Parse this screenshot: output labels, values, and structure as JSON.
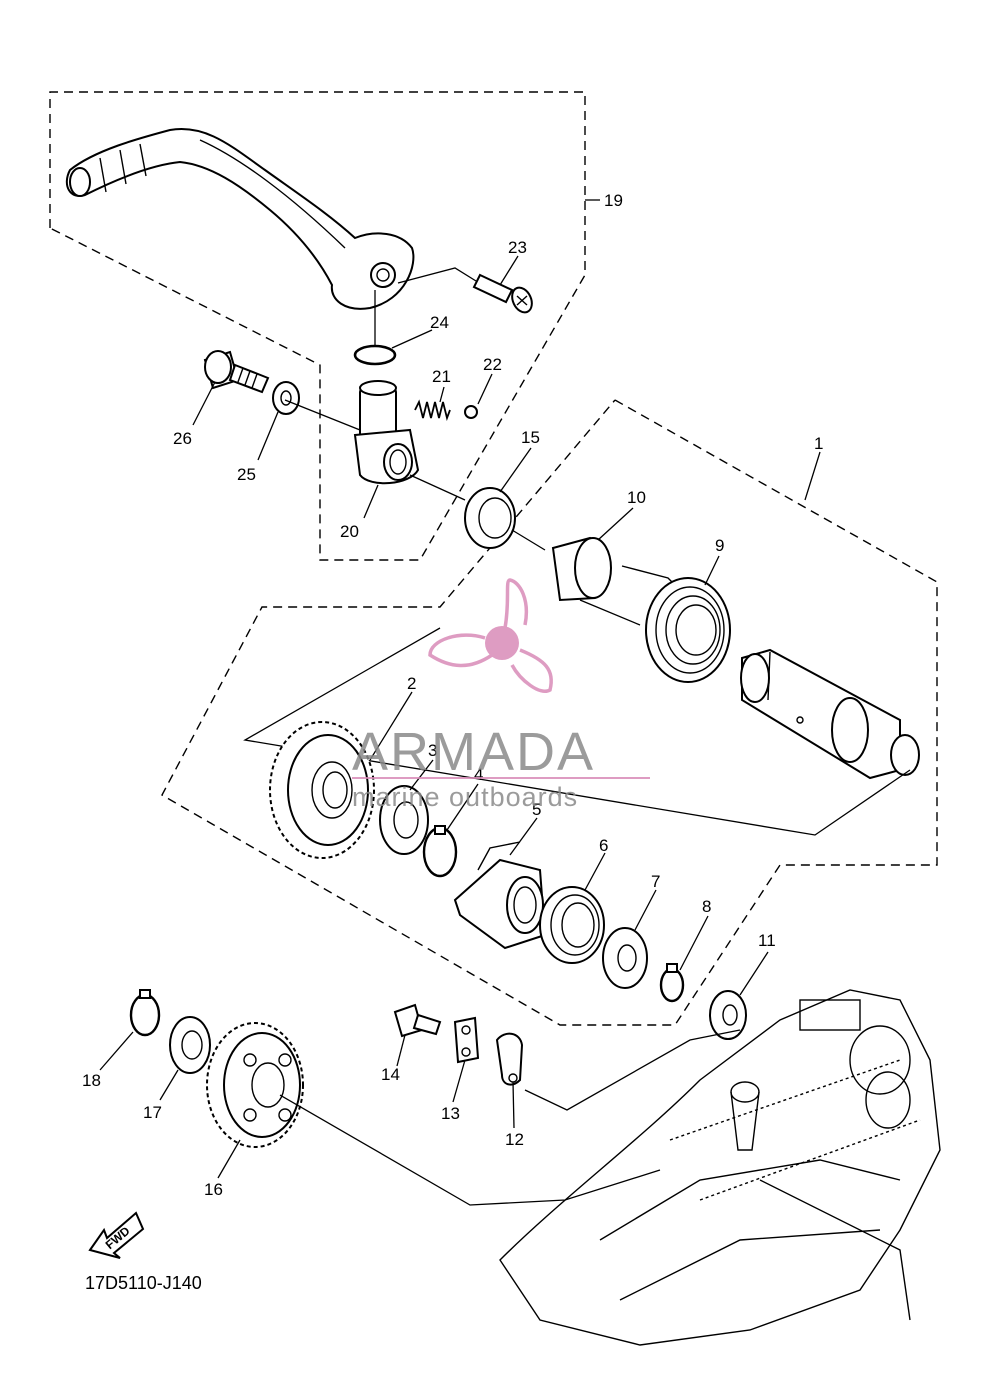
{
  "diagram": {
    "callouts": [
      {
        "id": "1",
        "label": "1"
      },
      {
        "id": "2",
        "label": "2"
      },
      {
        "id": "3",
        "label": "3"
      },
      {
        "id": "4",
        "label": "4"
      },
      {
        "id": "5",
        "label": "5"
      },
      {
        "id": "6",
        "label": "6"
      },
      {
        "id": "7",
        "label": "7"
      },
      {
        "id": "8",
        "label": "8"
      },
      {
        "id": "9",
        "label": "9"
      },
      {
        "id": "10",
        "label": "10"
      },
      {
        "id": "11",
        "label": "11"
      },
      {
        "id": "12",
        "label": "12"
      },
      {
        "id": "13",
        "label": "13"
      },
      {
        "id": "14",
        "label": "14"
      },
      {
        "id": "15",
        "label": "15"
      },
      {
        "id": "16",
        "label": "16"
      },
      {
        "id": "17",
        "label": "17"
      },
      {
        "id": "18",
        "label": "18"
      },
      {
        "id": "19",
        "label": "19"
      },
      {
        "id": "20",
        "label": "20"
      },
      {
        "id": "21",
        "label": "21"
      },
      {
        "id": "22",
        "label": "22"
      },
      {
        "id": "23",
        "label": "23"
      },
      {
        "id": "24",
        "label": "24"
      },
      {
        "id": "25",
        "label": "25"
      },
      {
        "id": "26",
        "label": "26"
      }
    ],
    "fwd_label": "FWD",
    "diagram_code": "17D5110-J140"
  },
  "watermark": {
    "brand": "ARMADA",
    "tagline": "marine outboards",
    "color": "#d98bb8",
    "text_color": "#8a8a8a"
  }
}
